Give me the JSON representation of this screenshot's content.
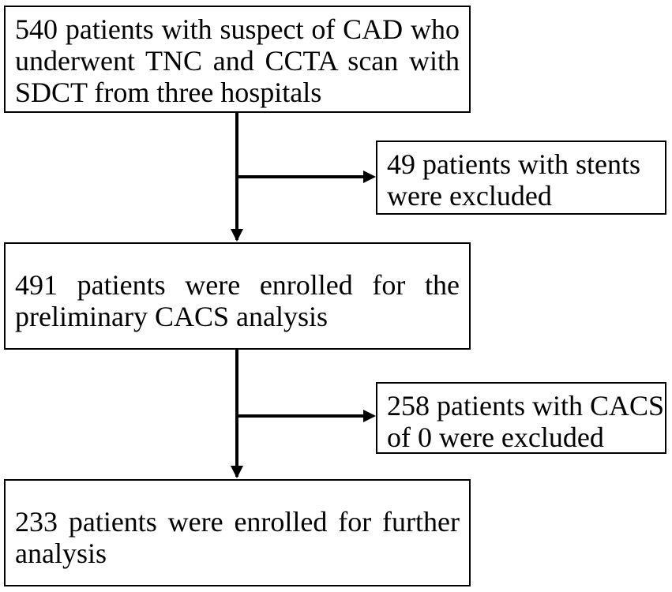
{
  "boxes": {
    "step1": {
      "lines": [
        "540 patients with suspect of CAD who",
        "underwent TNC and CCTA scan with",
        "SDCT from three hospitals"
      ]
    },
    "exclusion1": {
      "lines": [
        "49 patients with stents",
        "were excluded"
      ]
    },
    "step2": {
      "lines": [
        "491 patients were enrolled for the",
        "preliminary CACS analysis"
      ]
    },
    "exclusion2": {
      "lines": [
        "258 patients with CACS",
        "of 0 were excluded"
      ]
    },
    "step3": {
      "lines": [
        "233 patients were enrolled for further",
        "analysis"
      ]
    }
  }
}
